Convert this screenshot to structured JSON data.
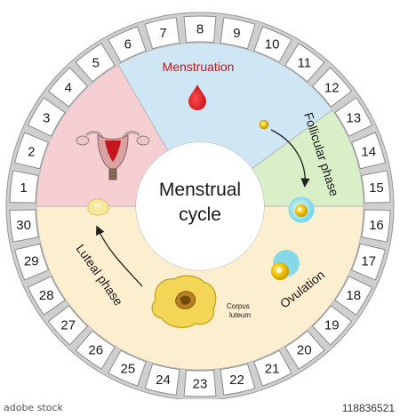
{
  "title": "Menstrual\ncycle",
  "days": [
    "1",
    "2",
    "3",
    "4",
    "5",
    "6",
    "7",
    "8",
    "9",
    "10",
    "11",
    "12",
    "13",
    "14",
    "15",
    "16",
    "17",
    "18",
    "19",
    "20",
    "21",
    "22",
    "23",
    "24",
    "25",
    "26",
    "27",
    "28",
    "29",
    "30"
  ],
  "phases": {
    "menstruation": {
      "label": "Menstruation",
      "color": "#f6cfd2",
      "text_color": "#c4161c"
    },
    "follicular": {
      "label": "Follicular phase",
      "color": "#cfe6f5",
      "text_color": "#1a1a1a"
    },
    "ovulation": {
      "label": "Ovulation",
      "color": "#d9efc8",
      "text_color": "#1a1a1a"
    },
    "luteal": {
      "label": "Luteal phase",
      "color": "#fbefd0",
      "text_color": "#1a1a1a"
    }
  },
  "corpus_luteum_label": "Corpus\nluteum",
  "icons": [
    "blood-drop-icon",
    "follicle-icon",
    "egg-cell-icon",
    "uterus-icon",
    "corpus-luteum-icon",
    "arrow-icon"
  ],
  "watermark": {
    "left": "adobe stock",
    "right": "118836521"
  }
}
